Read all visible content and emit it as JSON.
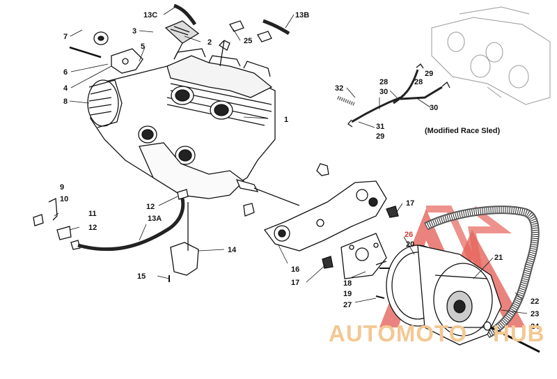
{
  "caption": "(Modified Race Sled)",
  "watermark": {
    "text_left": "AUTOMOTO",
    "text_right": "HUB",
    "color_text": "#f3c893",
    "color_logo": "#e14a40"
  },
  "callouts": [
    "13C",
    "13B",
    "3",
    "2",
    "7",
    "5",
    "25",
    "6",
    "4",
    "8",
    "1",
    "32",
    "28",
    "30",
    "29",
    "28",
    "30",
    "31",
    "29",
    "9",
    "10",
    "11",
    "12",
    "12",
    "13A",
    "14",
    "15",
    "16",
    "17",
    "17",
    "18",
    "19",
    "27",
    "26",
    "20",
    "21",
    "22",
    "23",
    "24"
  ]
}
